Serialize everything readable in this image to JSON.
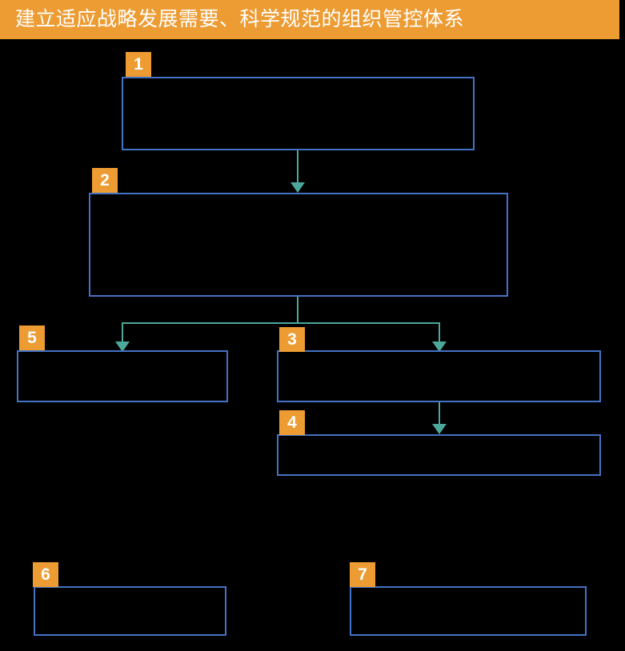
{
  "banner": {
    "title": "建立适应战略发展需要、科学规范的组织管控体系"
  },
  "colors": {
    "background": "#000000",
    "banner_orange": "#ed9c33",
    "badge_orange": "#ed9c33",
    "box_border_blue": "#4472c4",
    "connector_teal": "#4ca89a",
    "banner_text": "#ffffff",
    "badge_text": "#ffffff"
  },
  "nodes": [
    {
      "badge": "1",
      "text": ""
    },
    {
      "badge": "2",
      "text": ""
    },
    {
      "badge": "3",
      "text": ""
    },
    {
      "badge": "4",
      "text": ""
    },
    {
      "badge": "5",
      "text": ""
    },
    {
      "badge": "6",
      "text": ""
    },
    {
      "badge": "7",
      "text": ""
    }
  ],
  "diagram": {
    "type": "flowchart",
    "edges": [
      {
        "from": "1",
        "to": "2",
        "style": "arrow-down"
      },
      {
        "from": "2",
        "to": "5",
        "style": "elbow-left-arrow-down"
      },
      {
        "from": "2",
        "to": "3",
        "style": "elbow-right-arrow-down"
      },
      {
        "from": "3",
        "to": "4",
        "style": "arrow-down"
      }
    ],
    "unconnected": [
      "6",
      "7"
    ]
  }
}
